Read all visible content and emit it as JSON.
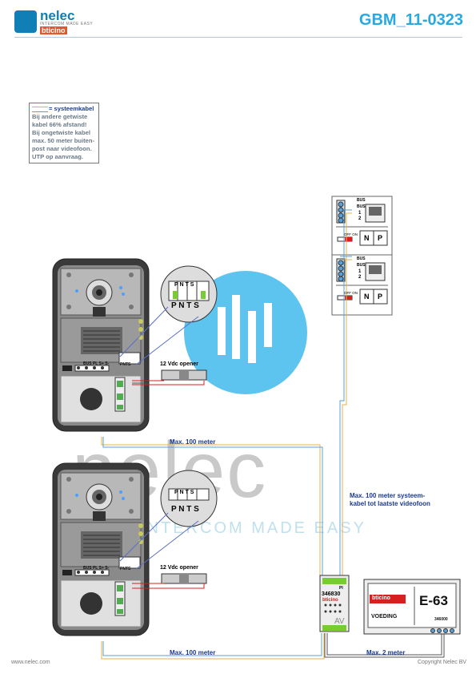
{
  "header": {
    "brand": "nelec",
    "tagline": "INTERCOM MADE EASY",
    "partner": "bticino",
    "doc_code": "GBM_11-0323"
  },
  "legend": {
    "title": "= systeemkabel",
    "lines": [
      "Bij andere getwiste",
      "kabel 66% afstand!",
      "Bij ongetwiste kabel",
      "max. 50 meter buiten-",
      "post naar videofoon.",
      "UTP op aanvraag."
    ]
  },
  "watermark": {
    "word": "nelec",
    "slogan": "INTERCOM MADE EASY"
  },
  "labels": {
    "max100_top": "Max. 100 meter",
    "max100_bottom": "Max. 100 meter",
    "max2": "Max. 2 meter",
    "systeem_1": "Max. 100 meter systeem-",
    "systeem_2": "kabel tot laatste videofoon",
    "opener_top": "12 Vdc opener",
    "opener_bottom": "12 Vdc opener"
  },
  "panel": {
    "term_labels": "P N T S",
    "term_top": "P  N  T S",
    "bus_row": "BUS PL S+ S-",
    "pnts": "PNTS"
  },
  "videophone": {
    "bus1": "BUS",
    "bus2": "BUS",
    "n1": "1",
    "n2": "2",
    "off_on": "OFF ON",
    "n": "N",
    "p": "P"
  },
  "av_module": {
    "code": "346830",
    "brand": "bticino",
    "pi": "PI",
    "av": "AV"
  },
  "psu": {
    "brand": "bticino",
    "model": "E-63",
    "name": "VOEDING",
    "code": "346000"
  },
  "footer": {
    "left": "www.nelec.com",
    "right": "Copyright Nelec BV"
  },
  "colors": {
    "brand_blue": "#0f7fb6",
    "title_blue": "#2aa8e0",
    "label_blue": "#1b3a90",
    "cable_blue": "#5aa0d8",
    "cable_orange": "#e6b14b",
    "wire_red": "#d62020"
  }
}
